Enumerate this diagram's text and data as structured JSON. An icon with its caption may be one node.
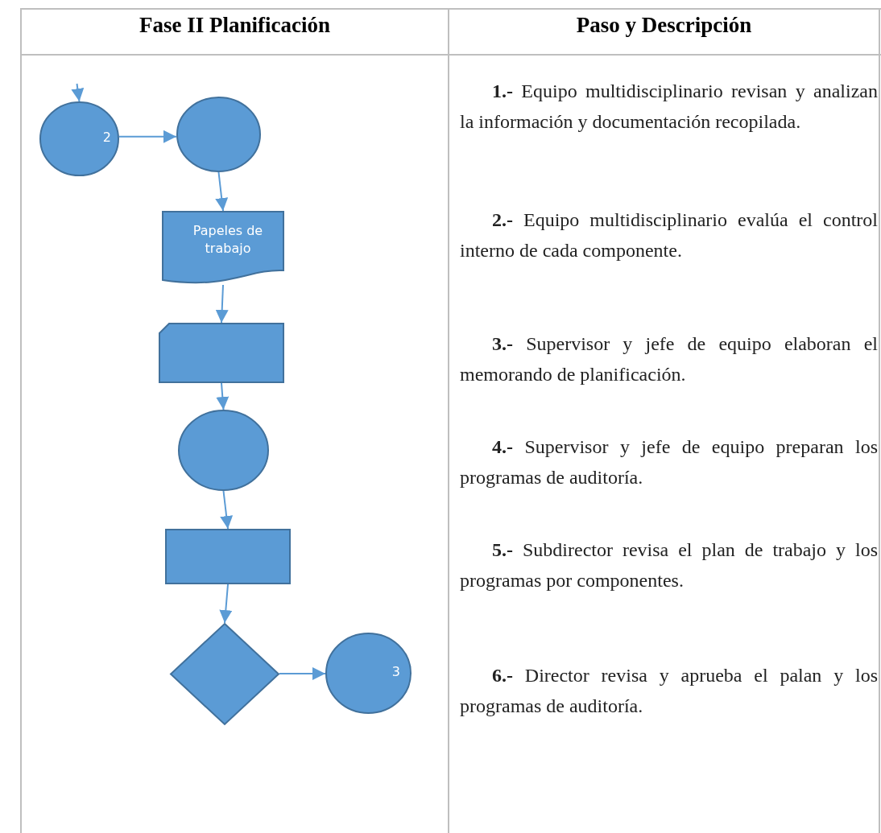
{
  "diagram": {
    "nodes": [
      {
        "text": [
          "2"
        ]
      },
      {
        "text": [],
        "shape": "circle"
      },
      {
        "text": [
          "Papeles de trabajo"
        ]
      },
      {
        "text": [],
        "shape": "card"
      },
      {
        "text": [],
        "shape": "circle"
      },
      {
        "text": [],
        "shape": "box"
      },
      {
        "text": [],
        "shape": "diamond"
      },
      {
        "text": [
          "3"
        ]
      }
    ],
    "edges": [
      {
        "from": null,
        "to": 0,
        "arrow": "to"
      },
      {
        "from": 0,
        "to": 1,
        "arrow": "to"
      },
      {
        "from": 1,
        "to": 2,
        "arrow": "to"
      },
      {
        "from": 2,
        "to": 3,
        "arrow": "to"
      },
      {
        "from": 3,
        "to": 4,
        "arrow": "to"
      },
      {
        "from": 4,
        "to": 5,
        "arrow": "to"
      },
      {
        "from": 5,
        "to": 6,
        "arrow": "to"
      },
      {
        "from": 6,
        "to": 7,
        "arrow": "to"
      }
    ],
    "labels": [
      "Fase II Planificación",
      "Paso y Descripción",
      "**1.-** Equipo multidisciplinario revisan y analizan la información y documentación recopilada.",
      "**2.-** Equipo multidisciplinario evalúa el control interno de cada componente.",
      "**3.-** Supervisor y jefe de equipo elaboran el memorando de planificación.",
      "**4.-** Supervisor y jefe de equipo preparan los programas de auditoría.",
      "**5.-** Subdirector revisa el plan de trabajo y los programas por componentes.",
      "**6.-** Director revisa y aprueba el palan y los programas de auditoría."
    ]
  }
}
